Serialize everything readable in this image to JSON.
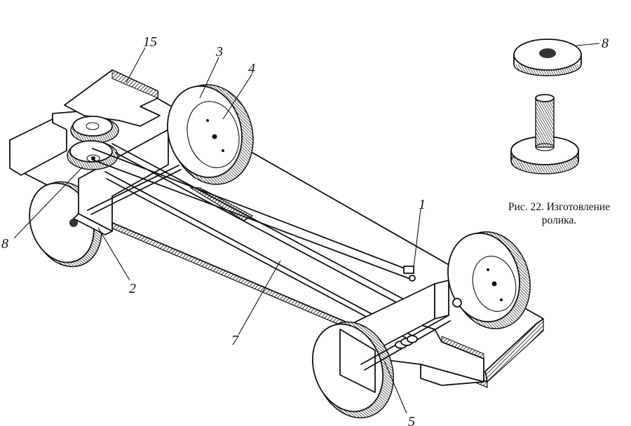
{
  "figure": {
    "caption_line1": "Рис. 22. Изготовление",
    "caption_line2": "ролика."
  },
  "labels": {
    "n1": "1",
    "n2": "2",
    "n3": "3",
    "n4": "4",
    "n5": "5",
    "n7": "7",
    "n8_left": "8",
    "n8_right": "8",
    "n15": "15"
  }
}
